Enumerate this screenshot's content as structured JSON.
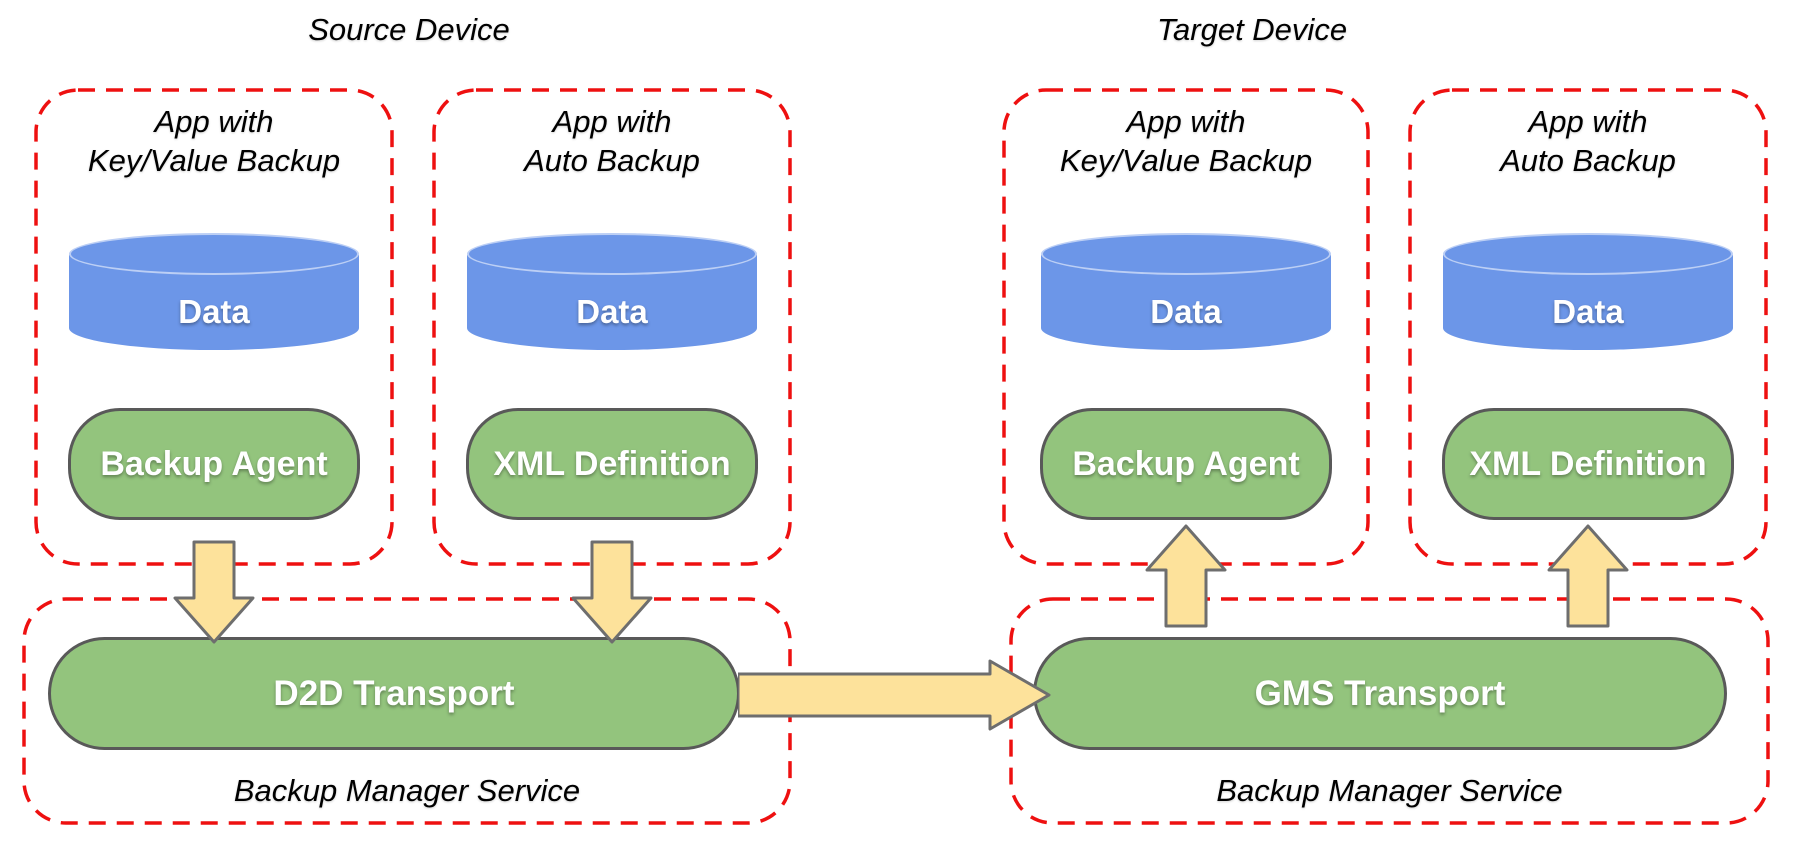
{
  "diagram": {
    "source": {
      "title": "Source Device",
      "apps": [
        {
          "name_line1": "App with",
          "name_line2": "Key/Value Backup",
          "data": "Data",
          "component": "Backup Agent"
        },
        {
          "name_line1": "App with",
          "name_line2": "Auto Backup",
          "data": "Data",
          "component": "XML Definition"
        }
      ],
      "transport": "D2D Transport",
      "service_label": "Backup Manager Service"
    },
    "target": {
      "title": "Target Device",
      "apps": [
        {
          "name_line1": "App with",
          "name_line2": "Key/Value Backup",
          "data": "Data",
          "component": "Backup Agent"
        },
        {
          "name_line1": "App with",
          "name_line2": "Auto Backup",
          "data": "Data",
          "component": "XML Definition"
        }
      ],
      "transport": "GMS Transport",
      "service_label": "Backup Manager Service"
    },
    "colors": {
      "dashed_border": "#ee1010",
      "cylinder_blue": "#6C96E8",
      "pill_green": "#93c47d",
      "pill_border": "#595959",
      "arrow_yellow": "#FDE29B",
      "arrow_border": "#6e6e6e",
      "label_black": "#000000",
      "label_white": "#ffffff"
    }
  }
}
